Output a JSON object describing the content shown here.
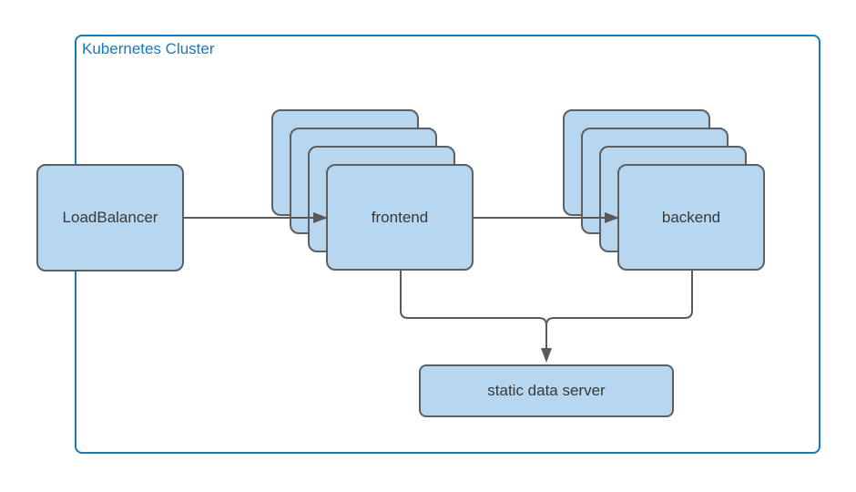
{
  "colors": {
    "cluster_border": "#1878BC",
    "cluster_label": "#1878BC",
    "node_fill": "#B7D7F0",
    "node_border": "#5F5F5F",
    "connector": "#595959",
    "node_text": "#383838",
    "canvas_bg": "#FFFFFF"
  },
  "diagram": {
    "cluster_label": "Kubernetes Cluster",
    "nodes": {
      "loadbalancer": {
        "label": "LoadBalancer"
      },
      "frontend": {
        "label": "frontend",
        "replicas": 4
      },
      "backend": {
        "label": "backend",
        "replicas": 4
      },
      "static_data_server": {
        "label": "static data server"
      }
    },
    "edges": [
      {
        "from": "loadbalancer",
        "to": "frontend"
      },
      {
        "from": "frontend",
        "to": "backend"
      },
      {
        "from": "frontend",
        "to": "static_data_server"
      },
      {
        "from": "backend",
        "to": "static_data_server"
      }
    ]
  }
}
